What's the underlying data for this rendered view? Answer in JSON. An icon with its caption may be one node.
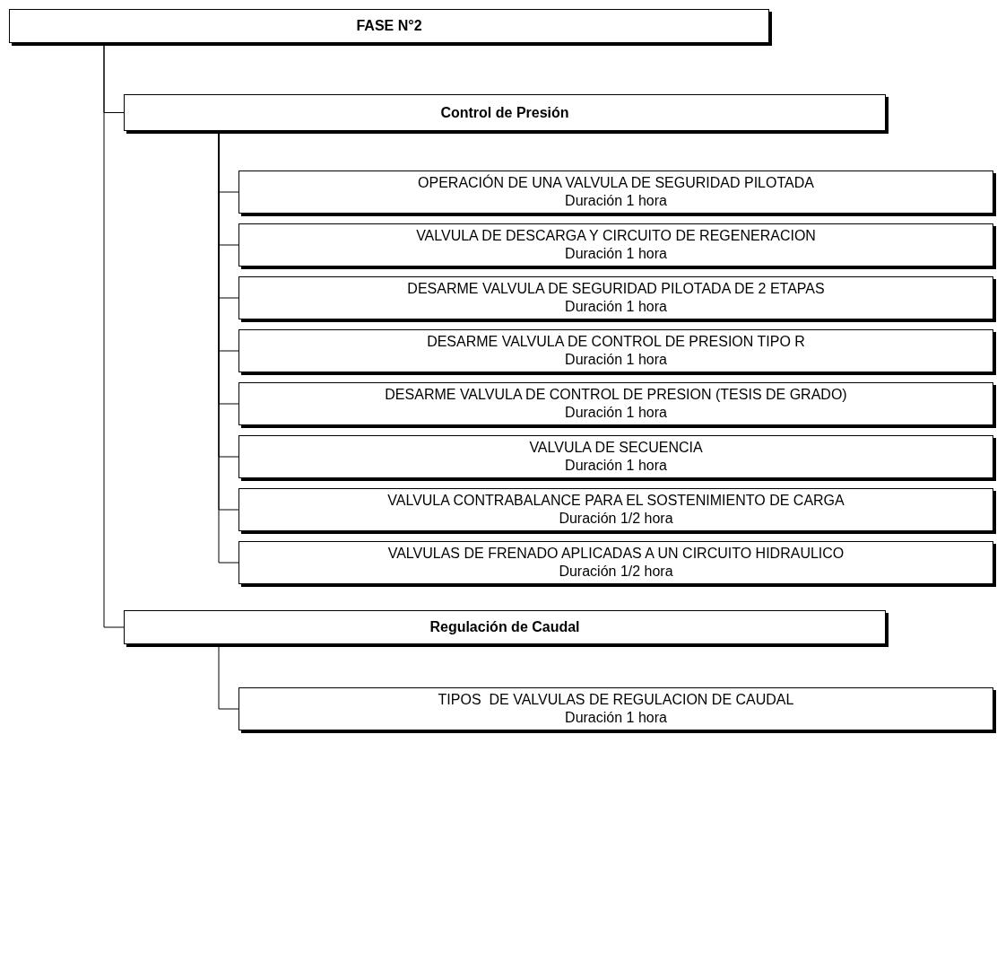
{
  "diagram": {
    "nodes": [
      {
        "text": [
          "FASE N°2"
        ]
      },
      {
        "text": [
          "Control de Presión"
        ]
      },
      {
        "text": [
          "OPERACIÓN DE UNA VALVULA DE SEGURIDAD PILOTADA",
          "Duración 1 hora"
        ]
      },
      {
        "text": [
          "VALVULA DE DESCARGA Y CIRCUITO DE REGENERACION",
          "Duración 1 hora"
        ]
      },
      {
        "text": [
          "DESARME VALVULA DE SEGURIDAD PILOTADA DE 2 ETAPAS",
          "Duración 1 hora"
        ]
      },
      {
        "text": [
          "DESARME VALVULA DE CONTROL DE PRESION TIPO R",
          "Duración 1 hora"
        ]
      },
      {
        "text": [
          "DESARME VALVULA DE CONTROL DE PRESION (TESIS DE GRADO)",
          "Duración 1 hora"
        ]
      },
      {
        "text": [
          "VALVULA DE SECUENCIA",
          "Duración 1 hora"
        ]
      },
      {
        "text": [
          "VALVULA CONTRABALANCE PARA EL SOSTENIMIENTO DE CARGA",
          "Duración 1/2 hora"
        ]
      },
      {
        "text": [
          "VALVULAS DE FRENADO APLICADAS A UN CIRCUITO HIDRAULICO",
          "Duración 1/2 hora"
        ]
      },
      {
        "text": [
          "Regulación de Caudal"
        ]
      },
      {
        "text": [
          "TIPOS  DE VALVULAS DE REGULACION DE CAUDAL",
          "Duración 1 hora"
        ]
      }
    ],
    "edges": [
      {
        "from": 0,
        "to": 1,
        "arrow": "none"
      },
      {
        "from": 1,
        "to": 2,
        "arrow": "none"
      },
      {
        "from": 1,
        "to": 3,
        "arrow": "none"
      },
      {
        "from": 1,
        "to": 4,
        "arrow": "none"
      },
      {
        "from": 1,
        "to": 5,
        "arrow": "none"
      },
      {
        "from": 1,
        "to": 6,
        "arrow": "none"
      },
      {
        "from": 1,
        "to": 7,
        "arrow": "none"
      },
      {
        "from": 1,
        "to": 8,
        "arrow": "none"
      },
      {
        "from": 1,
        "to": 9,
        "arrow": "none"
      },
      {
        "from": 0,
        "to": 10,
        "arrow": "none"
      },
      {
        "from": 10,
        "to": 11,
        "arrow": "none"
      }
    ]
  }
}
